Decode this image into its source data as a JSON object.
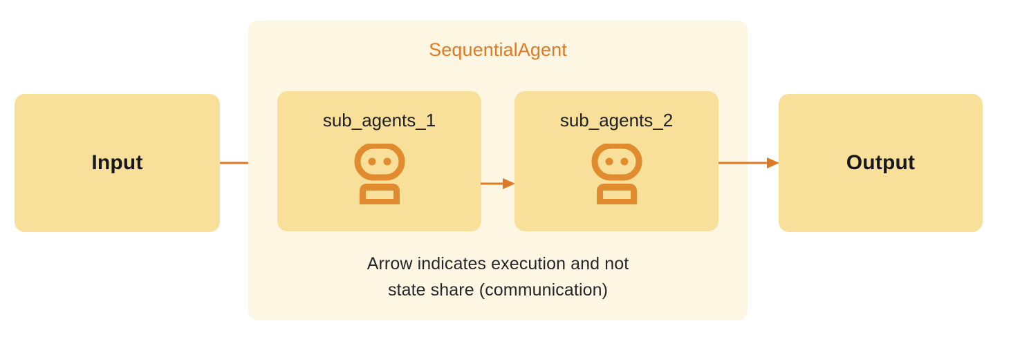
{
  "diagram": {
    "title": "SequentialAgent",
    "colors": {
      "container_background": "#FDF6E3",
      "node_background": "#F8E09A",
      "accent_orange": "#DE7A26",
      "text_dark": "#1F2024",
      "page_background": "#FFFFFF"
    },
    "input_node": {
      "label": "Input"
    },
    "output_node": {
      "label": "Output"
    },
    "sub_agents": [
      {
        "label": "sub_agents_1",
        "icon": "robot-icon"
      },
      {
        "label": "sub_agents_2",
        "icon": "robot-icon"
      }
    ],
    "arrows": [
      {
        "name": "input-to-sub-agents-1",
        "icon": "arrow-right-icon"
      },
      {
        "name": "sub-agents-1-to-sub-agents-2",
        "icon": "arrow-right-icon"
      },
      {
        "name": "sub-agents-2-to-output",
        "icon": "arrow-right-icon"
      }
    ],
    "note": {
      "line1": "Arrow indicates execution and not",
      "line2": "state share (communication)"
    }
  }
}
